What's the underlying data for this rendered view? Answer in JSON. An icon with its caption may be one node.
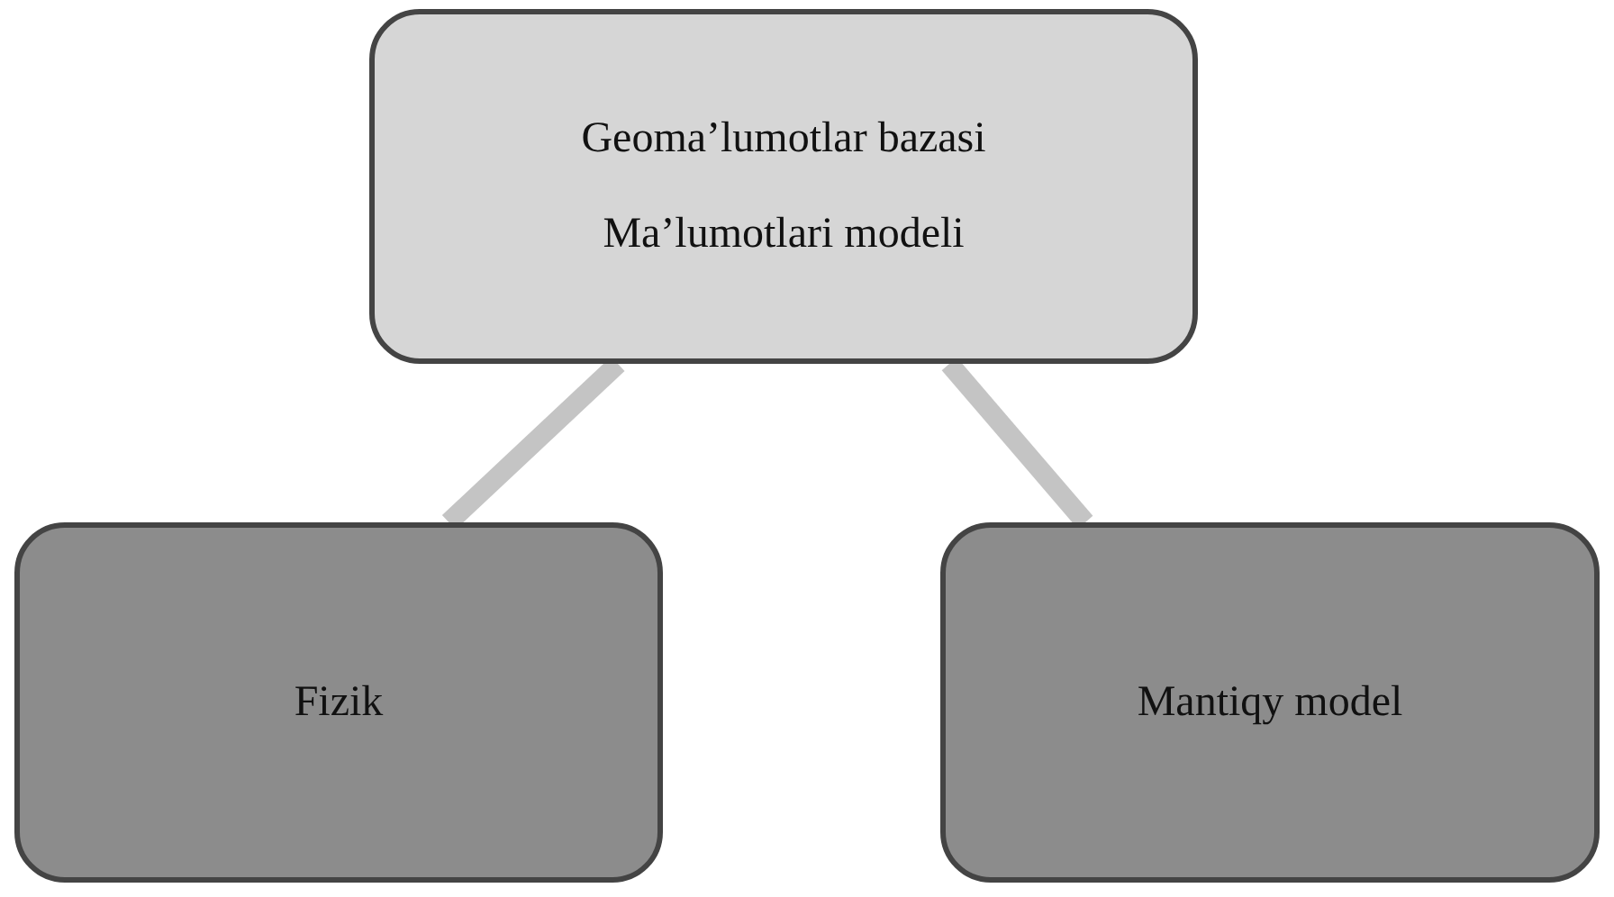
{
  "diagram": {
    "nodes": [
      {
        "text": [
          "Geoma’lumotlar bazasi",
          "Ma’lumotlari modeli"
        ]
      },
      {
        "text": [
          "Fizik"
        ]
      },
      {
        "text": [
          "Mantiqy model"
        ]
      }
    ],
    "edges": [
      {
        "from": 0,
        "to": 1,
        "arrow": "none"
      },
      {
        "from": 0,
        "to": 2,
        "arrow": "none"
      }
    ]
  }
}
